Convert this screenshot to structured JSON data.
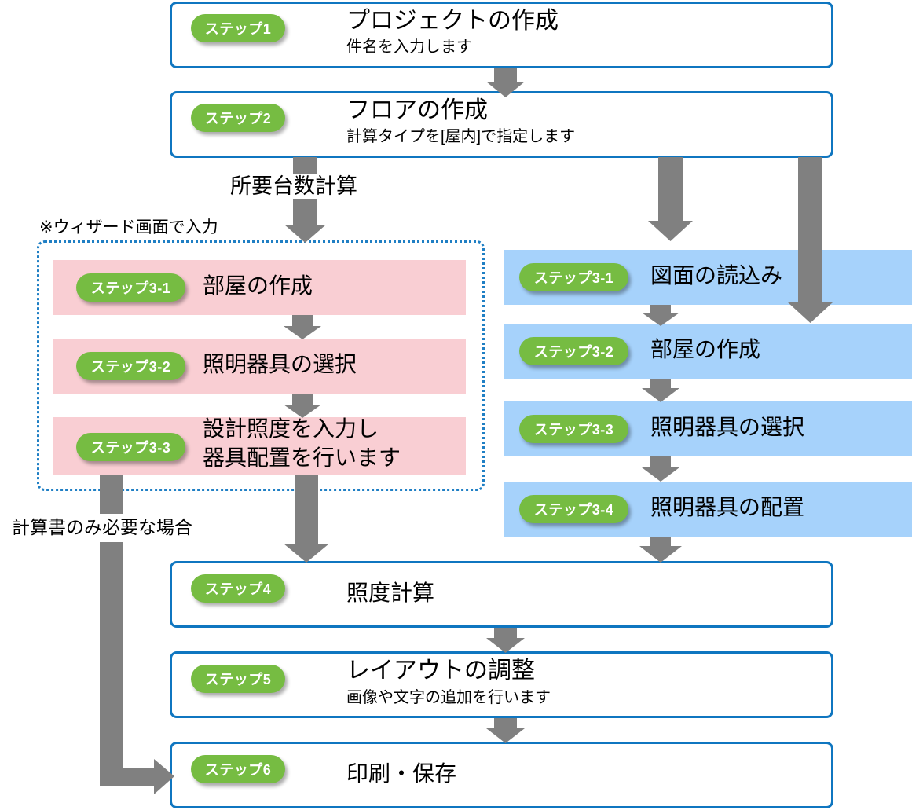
{
  "diagram": {
    "title_colors": {
      "green_badge": "#76bc42",
      "blue_border": "#0f76c0",
      "pink_fill": "#f9ced3",
      "lightblue_fill": "#a6d2fb",
      "arrow_gray": "#808080",
      "dotted_border": "#1f7fc4"
    },
    "steps": {
      "step1": {
        "badge": "ステップ1",
        "title": "プロジェクトの作成",
        "sub": "件名を入力します"
      },
      "step2": {
        "badge": "ステップ2",
        "title": "フロアの作成",
        "sub": "計算タイプを[屋内]で指定します"
      },
      "wizard_3_1": {
        "badge": "ステップ3-1",
        "title": "部屋の作成"
      },
      "wizard_3_2": {
        "badge": "ステップ3-2",
        "title": "照明器具の選択"
      },
      "wizard_3_3": {
        "badge": "ステップ3-3",
        "title_line1": "設計照度を入力し",
        "title_line2": "器具配置を行います"
      },
      "plan_3_1": {
        "badge": "ステップ3-1",
        "title": "図面の読込み"
      },
      "plan_3_2": {
        "badge": "ステップ3-2",
        "title": "部屋の作成"
      },
      "plan_3_3": {
        "badge": "ステップ3-3",
        "title": "照明器具の選択"
      },
      "plan_3_4": {
        "badge": "ステップ3-4",
        "title": "照明器具の配置"
      },
      "step4": {
        "badge": "ステップ4",
        "title": "照度計算"
      },
      "step5": {
        "badge": "ステップ5",
        "title": "レイアウトの調整",
        "sub": "画像や文字の追加を行います"
      },
      "step6": {
        "badge": "ステップ6",
        "title": "印刷・保存"
      }
    },
    "annotations": {
      "branch_label": "所要台数計算",
      "wizard_note": "※ウィザード画面で入力",
      "bypass_label": "計算書のみ必要な場合"
    }
  }
}
